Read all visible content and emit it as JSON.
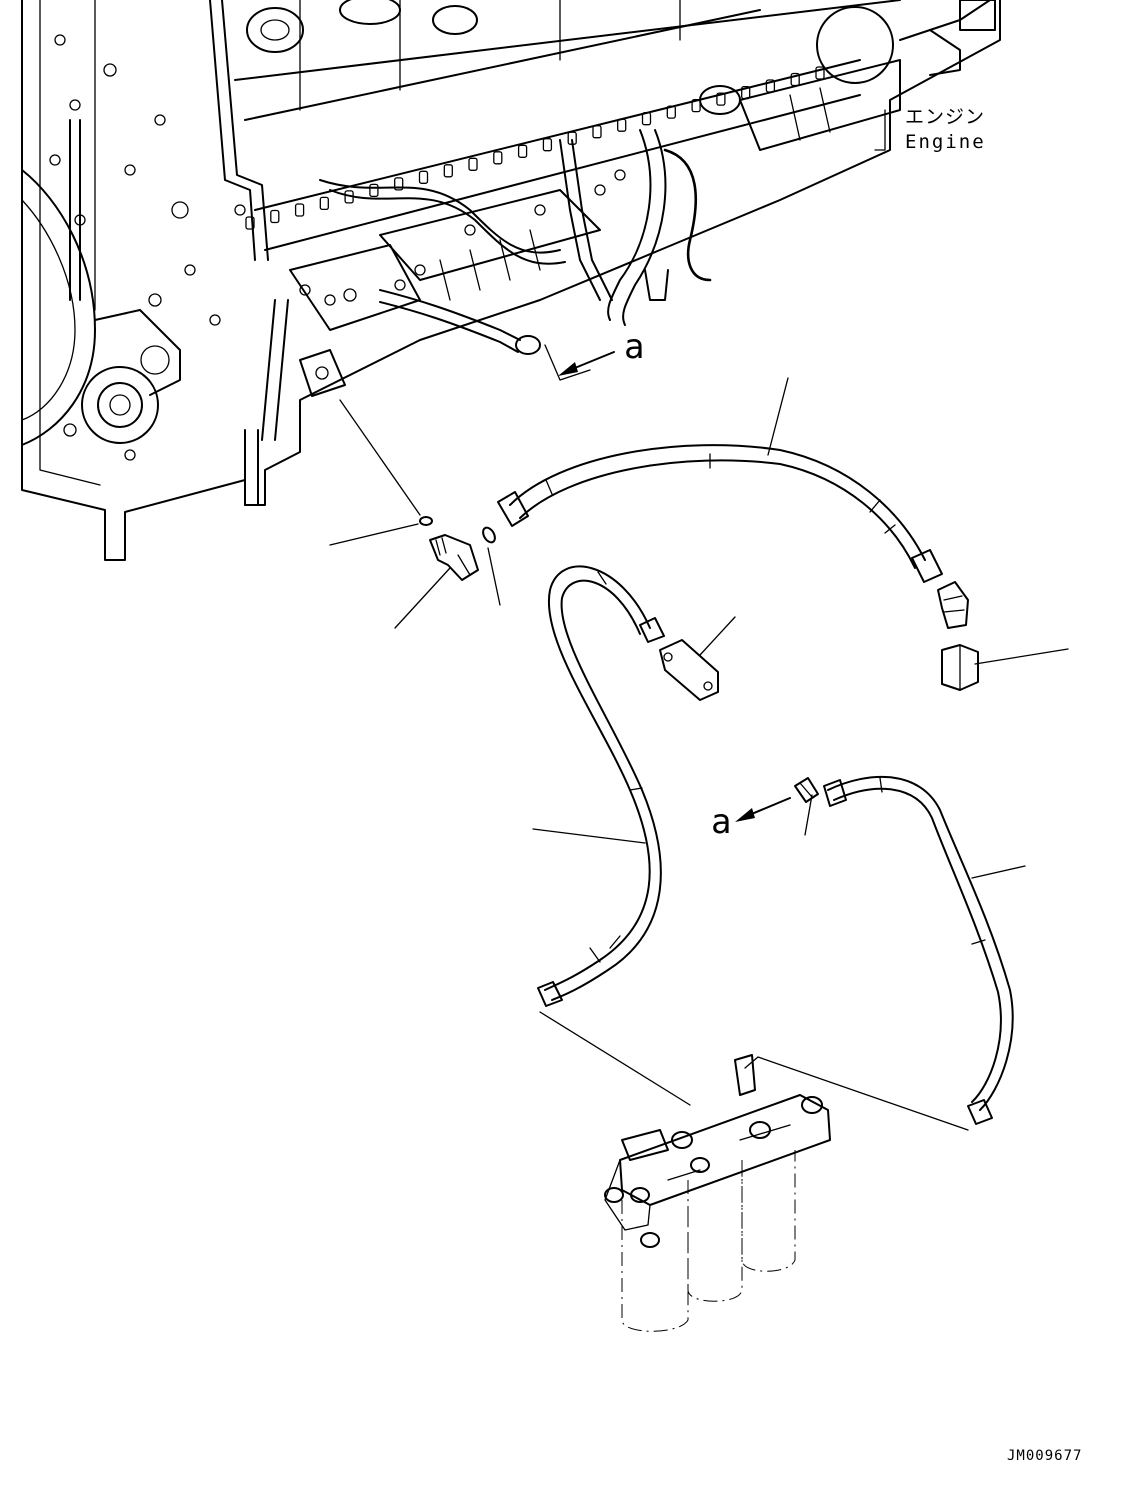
{
  "engine_label_jp": "エンジン",
  "engine_label_en": "Engine",
  "callout_a_top": "a",
  "callout_a_bottom": "a",
  "drawing_id": "JM009677"
}
